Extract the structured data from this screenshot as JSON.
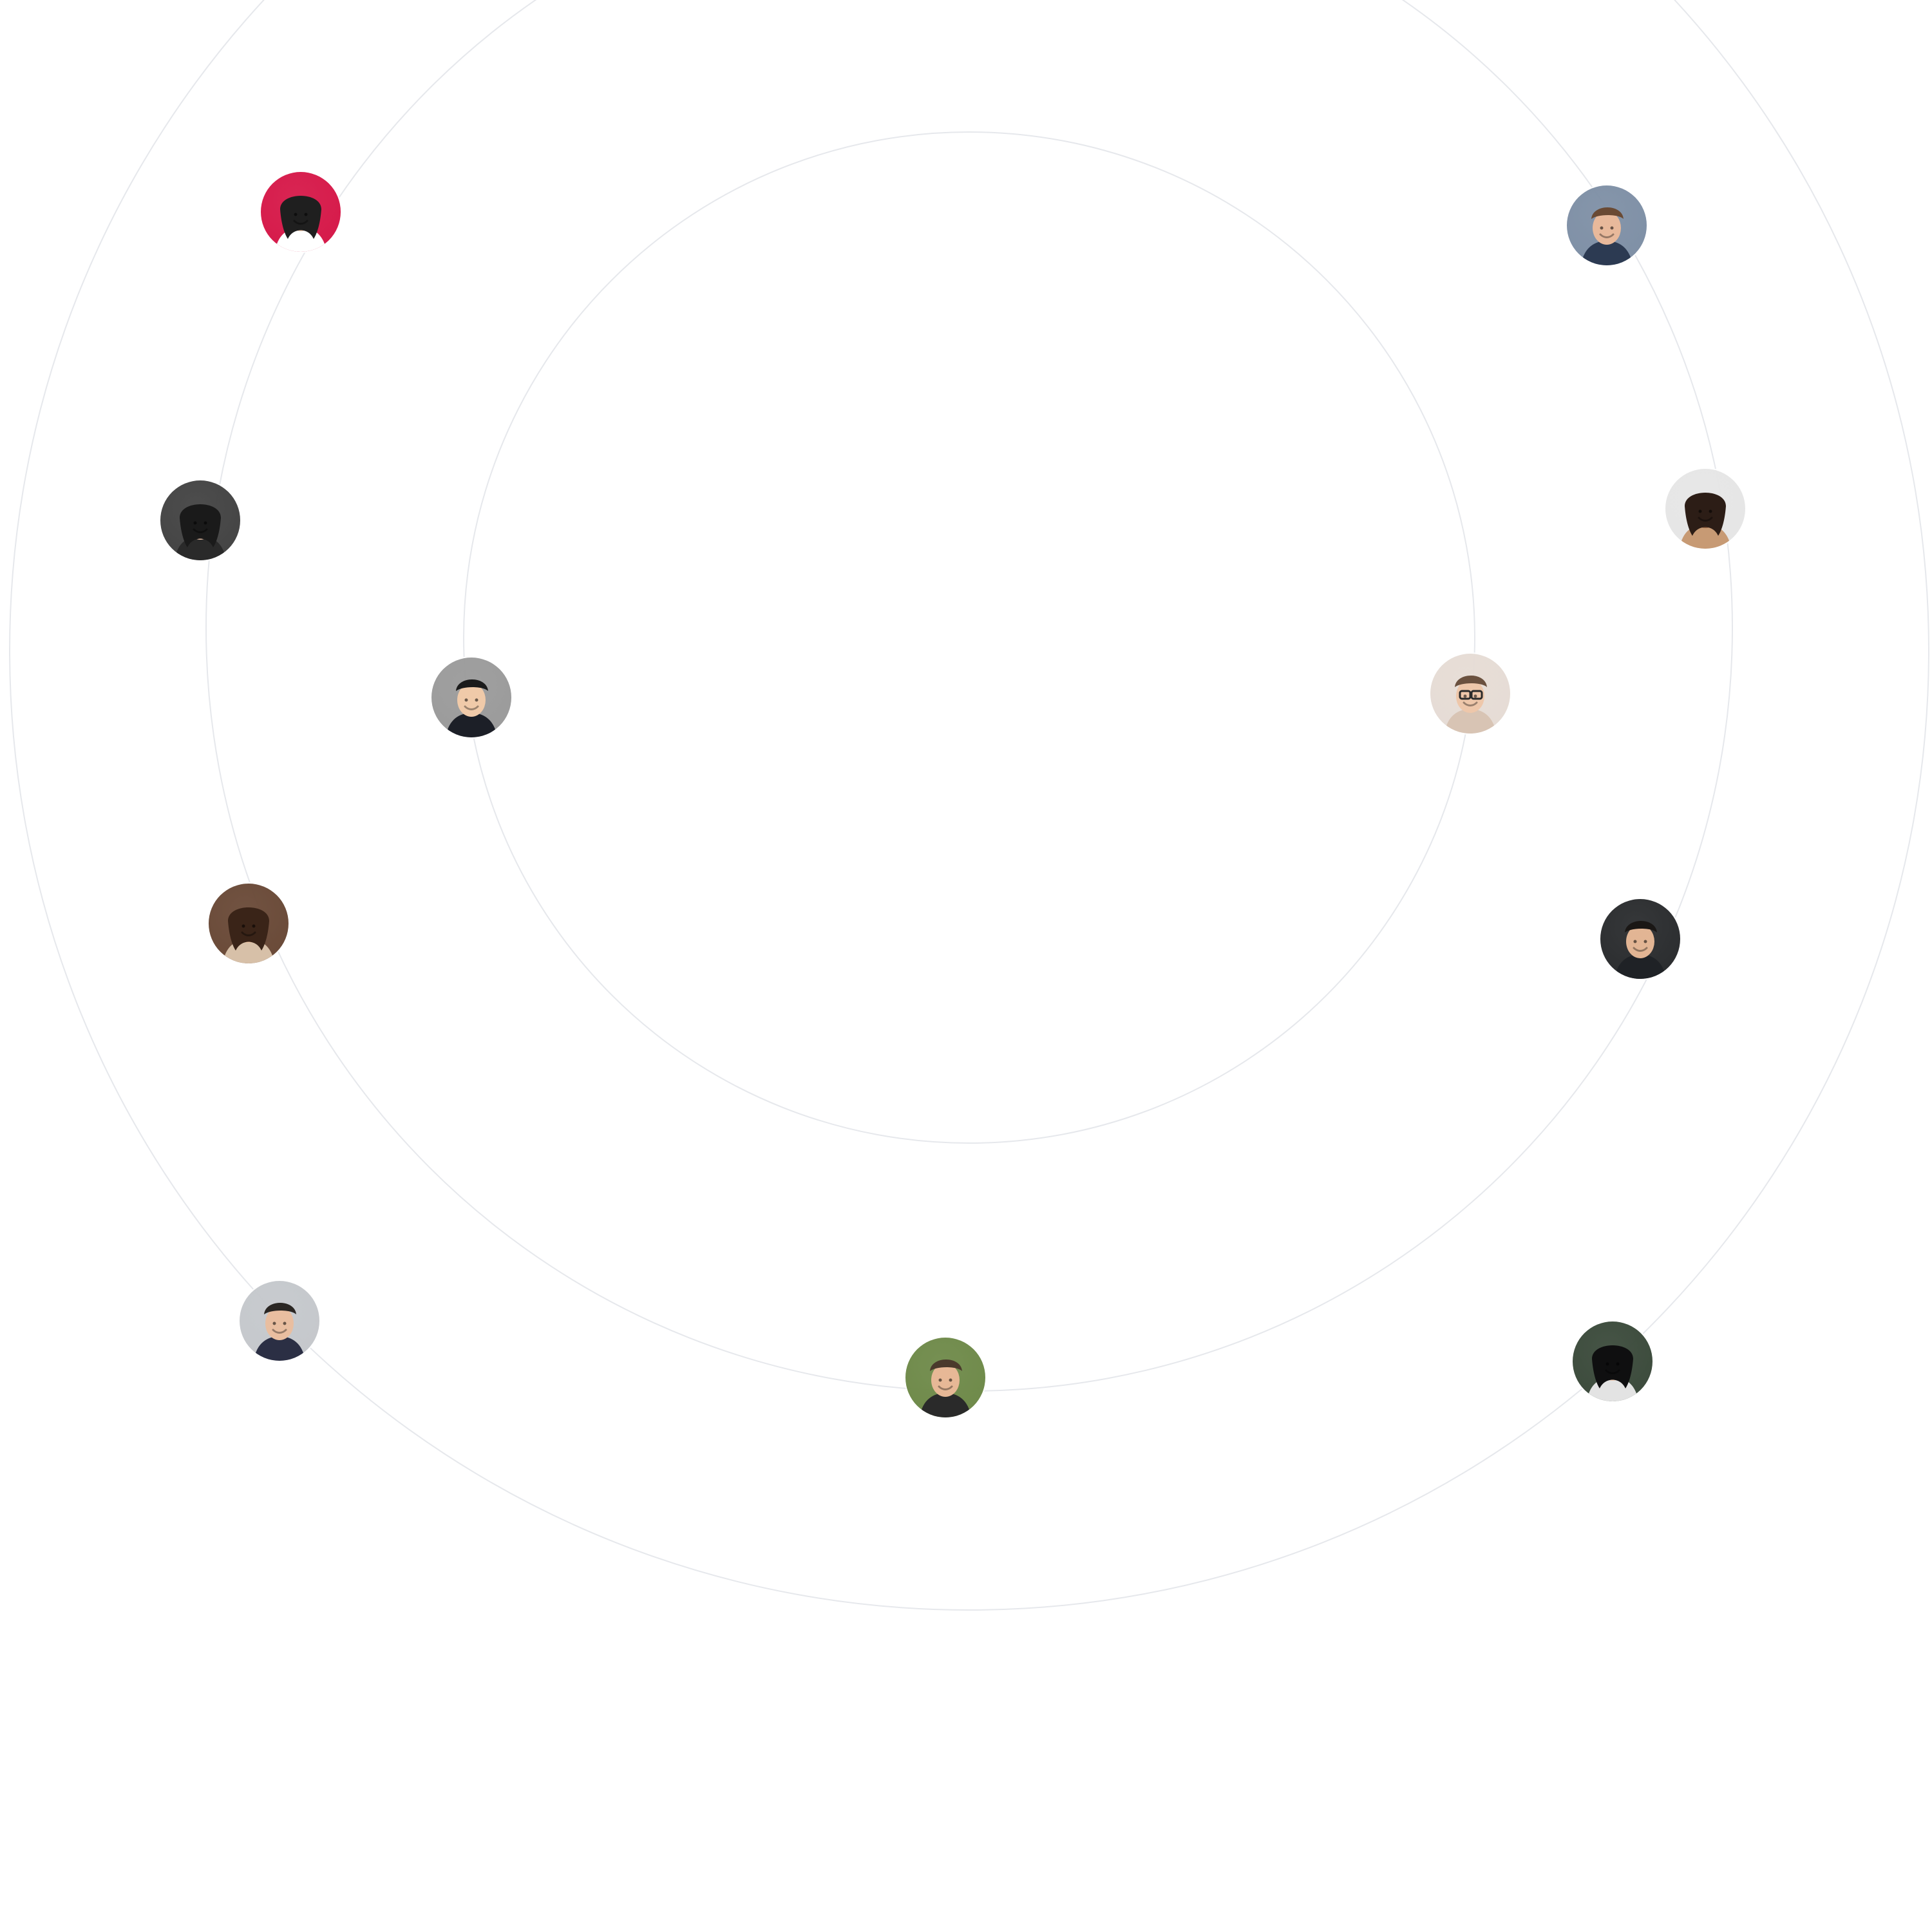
{
  "avatars": [
    {
      "id": "a1",
      "label": "woman-curly-hair-avatar",
      "bg": "#d61a4a",
      "skin": "#f2c9ad",
      "hair": "#1f1f1f",
      "shirt": "#ffffff"
    },
    {
      "id": "a2",
      "label": "woman-long-dark-hair-avatar",
      "bg": "#444444",
      "skin": "#eec6aa",
      "hair": "#1a1a1a",
      "shirt": "#2a2a2a"
    },
    {
      "id": "a3",
      "label": "man-suit-avatar",
      "bg": "#9b9b9b",
      "skin": "#f0caa9",
      "hair": "#1b1b1b",
      "shirt": "#1c1f27"
    },
    {
      "id": "a4",
      "label": "woman-smiling-avatar",
      "bg": "#6a4a38",
      "skin": "#f1caa8",
      "hair": "#3a2418",
      "shirt": "#d7c0a8"
    },
    {
      "id": "a5",
      "label": "man-plaid-shirt-avatar",
      "bg": "#c5c8cc",
      "skin": "#e9bea0",
      "hair": "#2a2623",
      "shirt": "#2b2f44"
    },
    {
      "id": "a6",
      "label": "man-outdoor-avatar",
      "bg": "#6f8a4a",
      "skin": "#e7b896",
      "hair": "#4a3a2c",
      "shirt": "#2a2a2a"
    },
    {
      "id": "a7",
      "label": "woman-dark-wavy-hair-avatar",
      "bg": "#3c4b3c",
      "skin": "#f1cdb5",
      "hair": "#0f0f10",
      "shirt": "#e3e3e3"
    },
    {
      "id": "a8",
      "label": "man-dark-background-avatar",
      "bg": "#2b2d2f",
      "skin": "#e2b594",
      "hair": "#1a1715",
      "shirt": "#1f2226"
    },
    {
      "id": "a9",
      "label": "man-glasses-avatar",
      "bg": "#e6dcd5",
      "skin": "#eec7aa",
      "hair": "#6b513f",
      "shirt": "#d8c4b4"
    },
    {
      "id": "a10",
      "label": "woman-smile-hand-avatar",
      "bg": "#e6e6e6",
      "skin": "#8b5a3c",
      "hair": "#2c1d16",
      "shirt": "#c79a74"
    },
    {
      "id": "a11",
      "label": "man-beard-avatar",
      "bg": "#7f90a6",
      "skin": "#e8b99b",
      "hair": "#6a4a34",
      "shirt": "#2c3a52"
    }
  ]
}
